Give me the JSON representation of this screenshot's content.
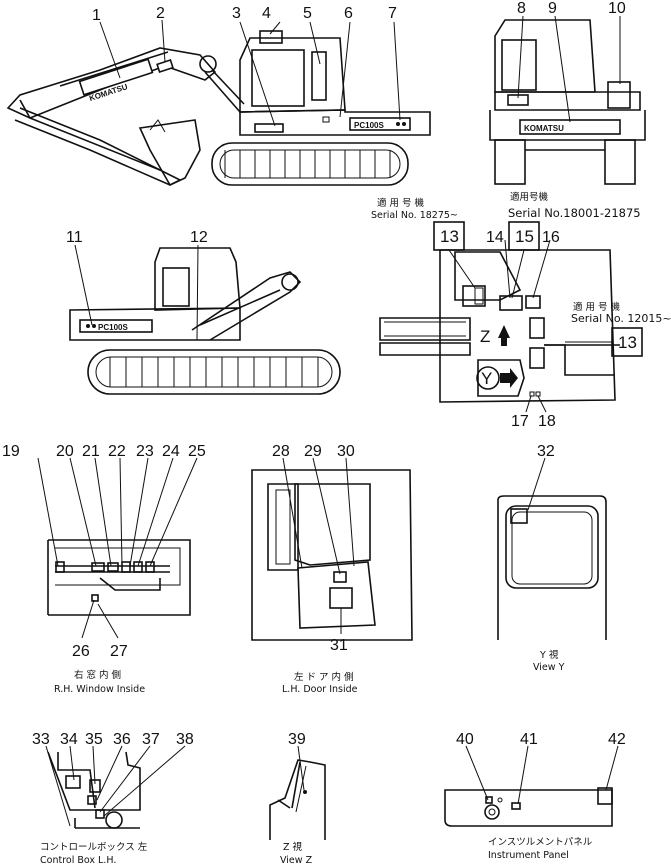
{
  "callouts": [
    "1",
    "2",
    "3",
    "4",
    "5",
    "6",
    "7",
    "8",
    "9",
    "10",
    "11",
    "12",
    "13",
    "14",
    "15",
    "16",
    "17",
    "18",
    "19",
    "20",
    "21",
    "22",
    "23",
    "24",
    "25",
    "26",
    "27",
    "28",
    "29",
    "30",
    "31",
    "32",
    "33",
    "34",
    "35",
    "36",
    "37",
    "38",
    "39",
    "40",
    "41",
    "42"
  ],
  "boxed_callouts": {
    "a": "13",
    "b": "15",
    "c": "13"
  },
  "serial_notes": {
    "left_jp": "適 用 号 機",
    "left_en": "Serial  No.  18275~",
    "mid_jp": "適用号機",
    "mid_en": "Serial No.18001-21875",
    "right_jp": "適 用 号 機",
    "right_en": "Serial  No.  12015~"
  },
  "arrows": {
    "z": "Z",
    "y": "Y"
  },
  "decals": {
    "komatsu_boom": "KOMATSU",
    "komatsu_rear": "KOMATSU",
    "model_side": "PC100S",
    "model_rear": "PC100S"
  },
  "captions": {
    "rh_window_jp": "右 窓 内 側",
    "rh_window_en": "R.H. Window Inside",
    "lh_door_jp": "左 ド ア 内 側",
    "lh_door_en": "L.H. Door Inside",
    "view_y_jp": "Y  視",
    "view_y_en": "View Y",
    "control_box_jp": "コントロールボックス  左",
    "control_box_en": "Control  Box  L.H.",
    "view_z_jp": "Z  視",
    "view_z_en": "View Z",
    "instrument_jp": "インスツルメントパネル",
    "instrument_en": "Instrument  Panel"
  }
}
